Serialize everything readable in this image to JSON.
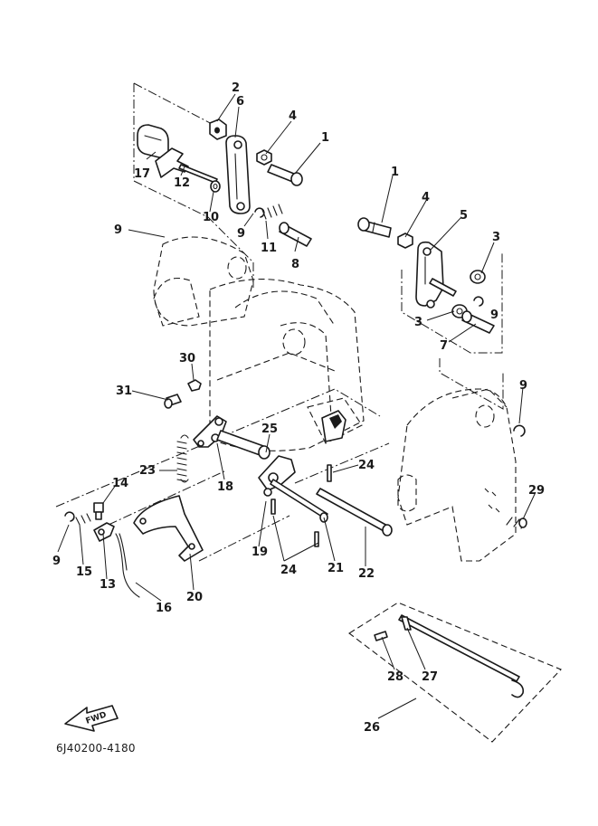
{
  "drawing_code": "6J40200-4180",
  "fwd_label": "FWD",
  "callouts": [
    {
      "id": "c1a",
      "text": "1"
    },
    {
      "id": "c2",
      "text": "2"
    },
    {
      "id": "c6",
      "text": "6"
    },
    {
      "id": "c4a",
      "text": "4"
    },
    {
      "id": "c17",
      "text": "17"
    },
    {
      "id": "c12",
      "text": "12"
    },
    {
      "id": "c10",
      "text": "10"
    },
    {
      "id": "c9a",
      "text": "9"
    },
    {
      "id": "c11",
      "text": "11"
    },
    {
      "id": "c8",
      "text": "8"
    },
    {
      "id": "c9b",
      "text": "9"
    },
    {
      "id": "c1b",
      "text": "1"
    },
    {
      "id": "c4b",
      "text": "4"
    },
    {
      "id": "c5",
      "text": "5"
    },
    {
      "id": "c3a",
      "text": "3"
    },
    {
      "id": "c9c",
      "text": "9"
    },
    {
      "id": "c3b",
      "text": "3"
    },
    {
      "id": "c7",
      "text": "7"
    },
    {
      "id": "c30",
      "text": "30"
    },
    {
      "id": "c31",
      "text": "31"
    },
    {
      "id": "c9d",
      "text": "9"
    },
    {
      "id": "c25",
      "text": "25"
    },
    {
      "id": "c24a",
      "text": "24"
    },
    {
      "id": "c23",
      "text": "23"
    },
    {
      "id": "c18",
      "text": "18"
    },
    {
      "id": "c14",
      "text": "14"
    },
    {
      "id": "c29",
      "text": "29"
    },
    {
      "id": "c9e",
      "text": "9"
    },
    {
      "id": "c15",
      "text": "15"
    },
    {
      "id": "c13",
      "text": "13"
    },
    {
      "id": "c19",
      "text": "19"
    },
    {
      "id": "c24b",
      "text": "24"
    },
    {
      "id": "c21",
      "text": "21"
    },
    {
      "id": "c22",
      "text": "22"
    },
    {
      "id": "c16",
      "text": "16"
    },
    {
      "id": "c20",
      "text": "20"
    },
    {
      "id": "c28",
      "text": "28"
    },
    {
      "id": "c27",
      "text": "27"
    },
    {
      "id": "c26",
      "text": "26"
    }
  ]
}
